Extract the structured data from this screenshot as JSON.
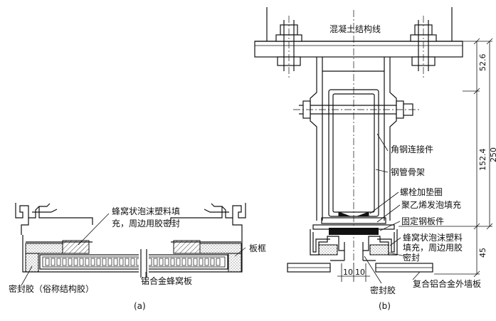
{
  "figure_a": {
    "caption": "(a)",
    "labels": {
      "honeycomb_foam_fill": "蜂窝状泡沫塑料填",
      "honeycomb_foam_fill_cont": "充，周边用胶密封",
      "panel_frame": "板框",
      "aluminum_honeycomb_panel": "铝合金蜂窝板",
      "sealant_structural": "密封胶（俗称结构胶）"
    }
  },
  "figure_b": {
    "caption": "(b)",
    "labels": {
      "concrete_structure_line": "混凝土结构线",
      "angle_steel_connector": "角钢连接件",
      "steel_tube_frame": "钢管骨架",
      "bolt_washer": "螺栓加垫圈",
      "polyethylene_foam_fill": "聚乙烯发泡填充",
      "fixed_steel_plate": "固定钢板件",
      "honeycomb_foam_fill_1": "蜂窝状泡沫塑料",
      "honeycomb_foam_fill_2": "填充，周边用胶",
      "honeycomb_foam_fill_3": "密封",
      "sealant": "密封胶",
      "composite_aluminum_wall_panel": "复合铝合金外墙板"
    },
    "dimensions": {
      "d1": "52.6",
      "d2": "152.4",
      "d3": "250",
      "d4": "45",
      "d5": "10",
      "d6": "10"
    }
  }
}
